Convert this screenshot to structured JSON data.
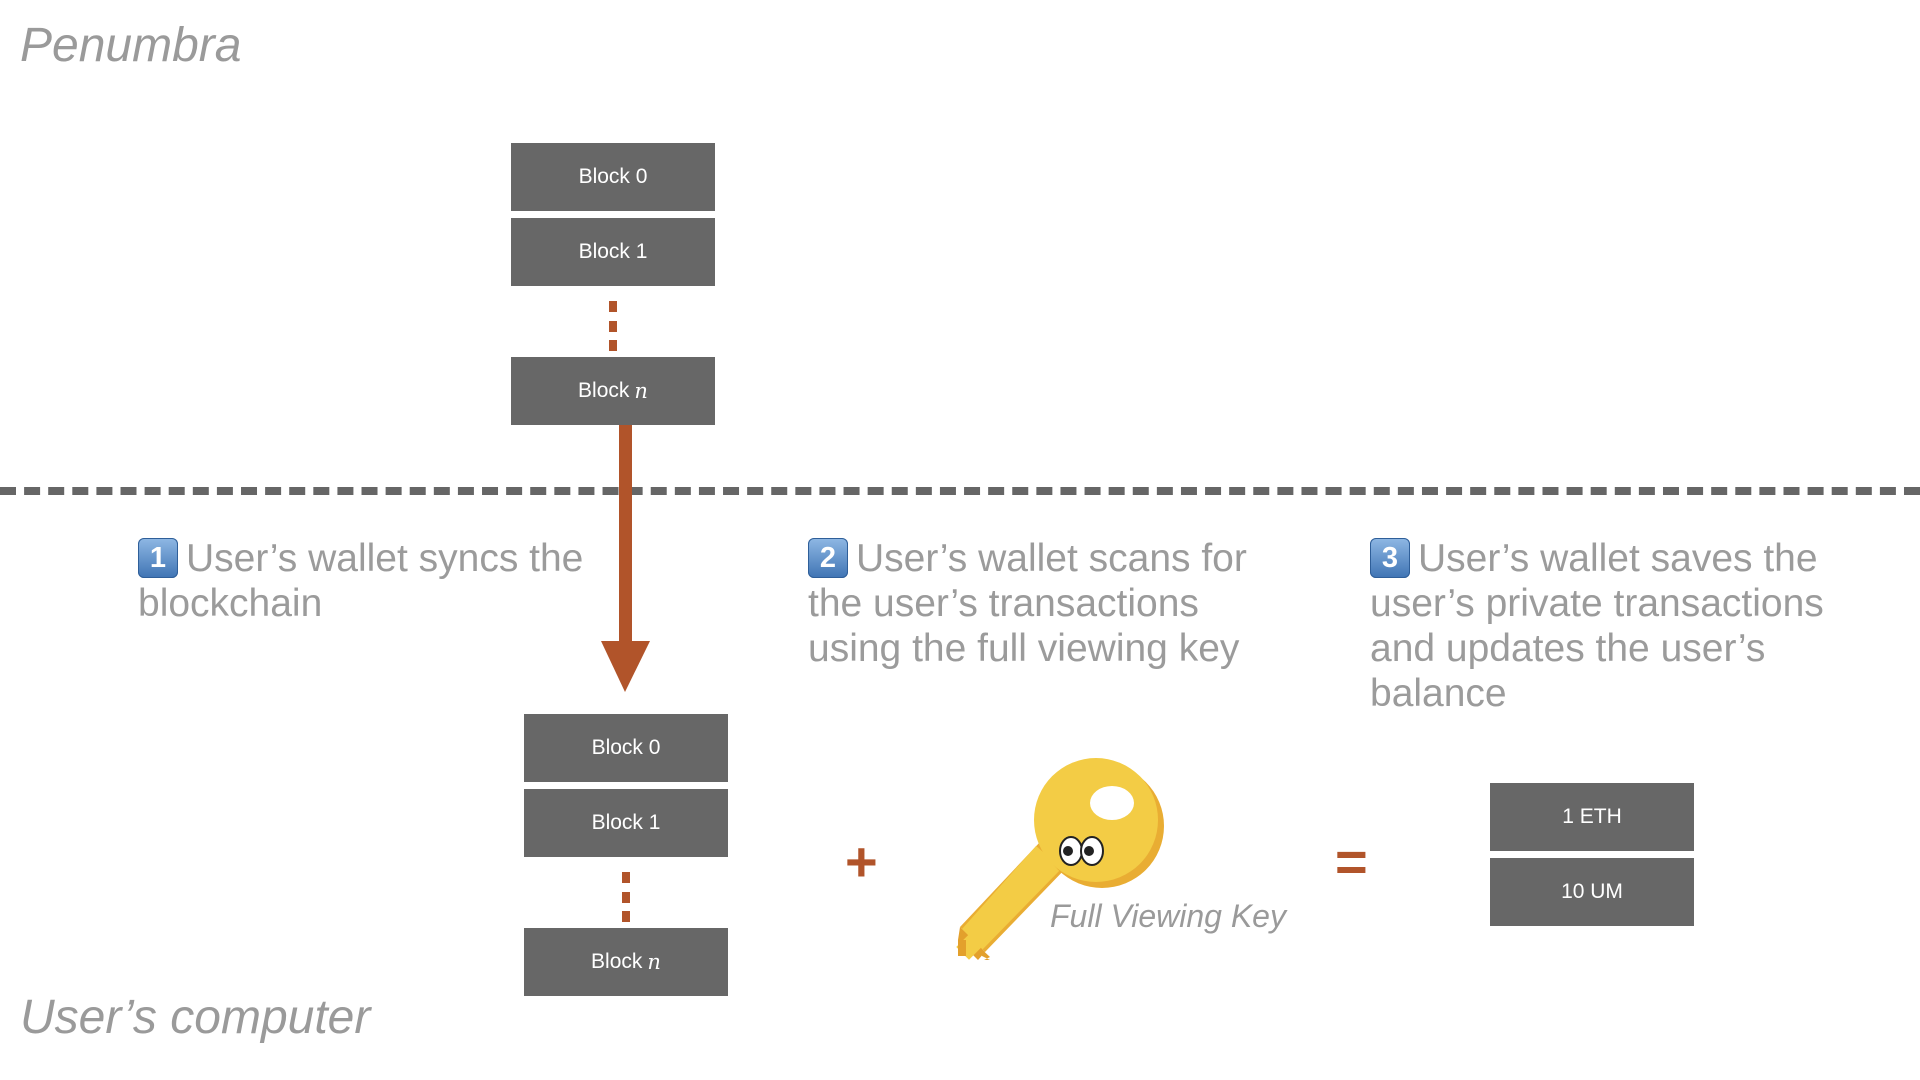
{
  "regions": {
    "top_label": "Penumbra",
    "bottom_label": "User’s computer"
  },
  "chain_blocks": [
    {
      "label": "Block 0",
      "var": ""
    },
    {
      "label": "Block 1",
      "var": ""
    },
    {
      "label": "Block",
      "var": "n"
    }
  ],
  "local_blocks": [
    {
      "label": "Block 0",
      "var": ""
    },
    {
      "label": "Block 1",
      "var": ""
    },
    {
      "label": "Block",
      "var": "n"
    }
  ],
  "steps": [
    {
      "number": "1",
      "text": "User’s wallet syncs the blockchain"
    },
    {
      "number": "2",
      "text": "User’s wallet scans for the user’s transactions using the full viewing key"
    },
    {
      "number": "3",
      "text": "User’s wallet saves the user’s private transactions and updates the user’s balance"
    }
  ],
  "operators": {
    "plus": "+",
    "equals": "="
  },
  "key": {
    "label": "Full Viewing Key",
    "icon": "key-with-eyes-icon"
  },
  "balances": [
    {
      "label": "1 ETH"
    },
    {
      "label": "10 UM"
    }
  ],
  "colors": {
    "block": "#676767",
    "accent": "#b1542a",
    "label": "#9a9a9a",
    "divider": "#666666",
    "key": "#f0c93c"
  }
}
